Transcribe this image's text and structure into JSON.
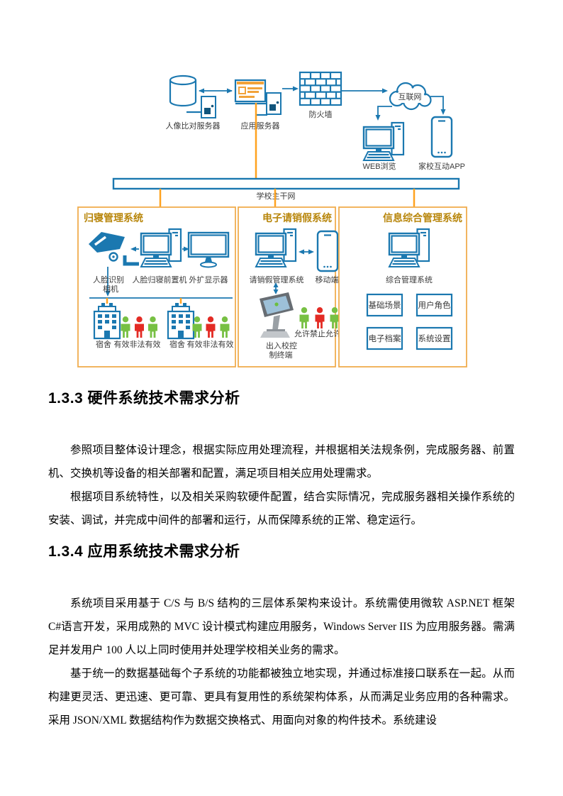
{
  "colors": {
    "diagram_blue": "#1b78b0",
    "connector_orange": "#FFA21F",
    "subsystem_box_border": "#F0AD4E",
    "subsystem_title": "#B8860B",
    "person_valid_green": "#77C043",
    "person_invalid_red": "#E32B24",
    "kiosk_grey": "#9aa0a5"
  },
  "diagram": {
    "top": {
      "face_server_label": "人像比对服务器",
      "app_server_label": "应用服务器",
      "firewall_label": "防火墙",
      "internet_label": "互联网",
      "web_browse_label": "WEB浏览",
      "family_app_label": "家校互动APP",
      "backbone_label": "学校主干网"
    },
    "dorm": {
      "title": "归寝管理系统",
      "camera_label_line1": "人脸识别",
      "camera_label_line2": "相机",
      "front_machine_label": "人脸归寝前置机",
      "ext_monitor_label": "外扩显示器",
      "dorm1_label": "宿舍",
      "dorm1_status": "有效非法有效",
      "dorm2_label": "宿舍",
      "dorm2_status": "有效非法有效"
    },
    "leave": {
      "title": "电子请销假系统",
      "mgmt_label": "请销假管理系统",
      "mobile_label": "移动端",
      "kiosk_label_line1": "出入校控",
      "kiosk_label_line2": "制终端",
      "status_label": "允许禁止允许"
    },
    "info": {
      "title": "信息综合管理系统",
      "mgmt_label": "综合管理系统",
      "modules": [
        "基础场景",
        "用户角色",
        "电子档案",
        "系统设置"
      ]
    }
  },
  "sections": [
    {
      "heading": "1.3.3 硬件系统技术需求分析",
      "paragraphs": [
        "参照项目整体设计理念，根据实际应用处理流程，并根据相关法规条例，完成服务器、前置机、交换机等设备的相关部署和配置，满足项目相关应用处理需求。",
        "根据项目系统特性，以及相关采购软硬件配置，结合实际情况，完成服务器相关操作系统的安装、调试，并完成中间件的部署和运行，从而保障系统的正常、稳定运行。"
      ]
    },
    {
      "heading": "1.3.4 应用系统技术需求分析",
      "paragraphs": [
        "系统项目采用基于 C/S 与 B/S 结构的三层体系架构来设计。系统需使用微软 ASP.NET 框架 C#语言开发，采用成熟的 MVC 设计模式构建应用服务，Windows Server IIS 为应用服务器。需满足并发用户 100 人以上同时使用并处理学校相关业务的需求。",
        "基于统一的数据基础每个子系统的功能都被独立地实现，并通过标准接口联系在一起。从而构建更灵活、更迅速、更可靠、更具有复用性的系统架构体系，从而满足业务应用的各种需求。采用 JSON/XML 数据结构作为数据交换格式、用面向对象的构件技术。系统建设"
      ]
    }
  ]
}
